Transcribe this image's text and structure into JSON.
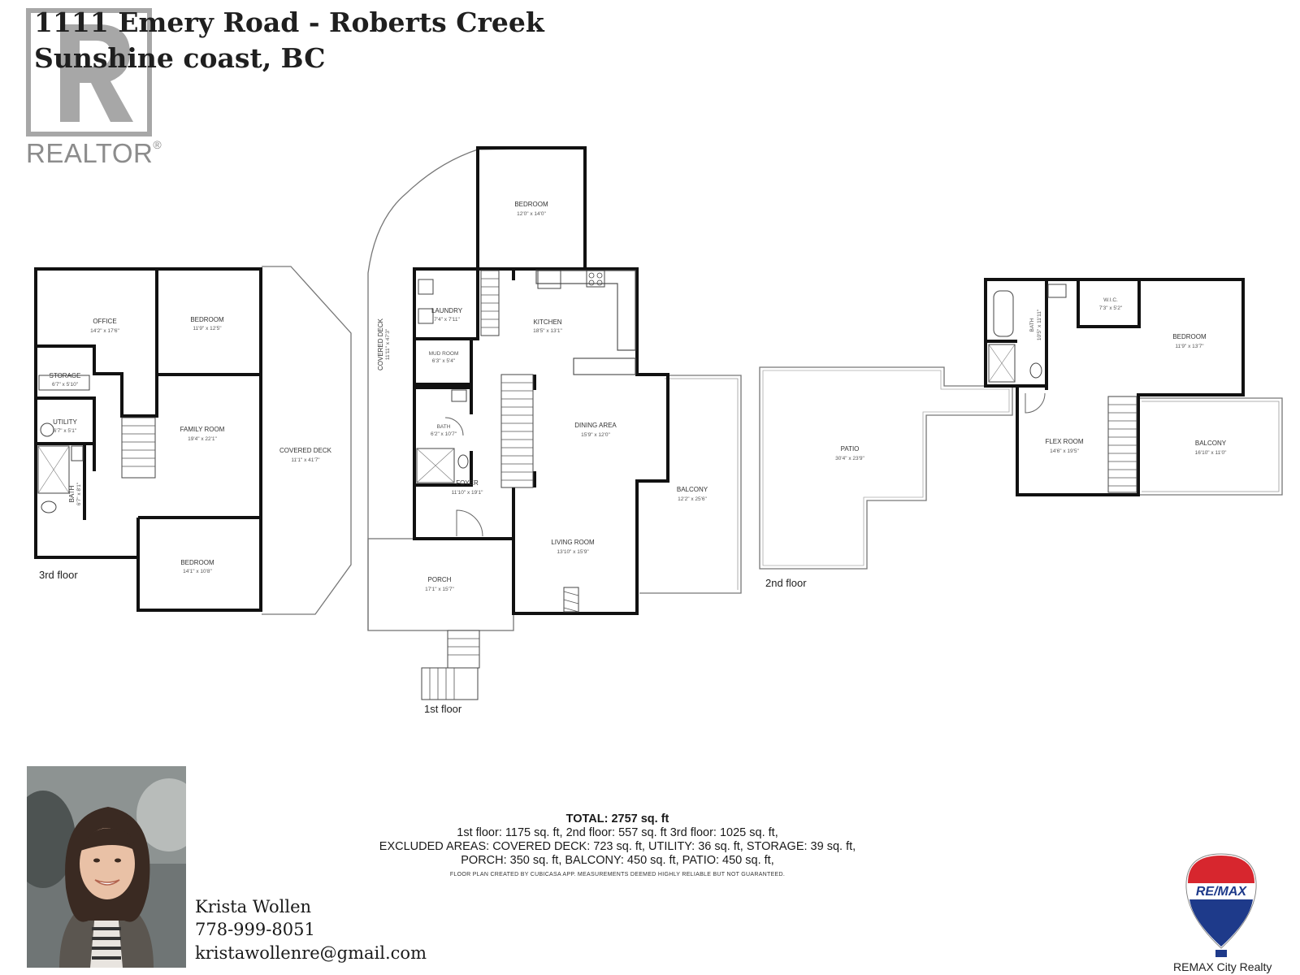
{
  "header": {
    "title_line1": "1111 Emery Road - Roberts Creek",
    "title_line2": "Sunshine coast, BC",
    "realtor_logo_text": "REALTOR",
    "realtor_mark": "®"
  },
  "floors": {
    "third": {
      "label": "3rd floor",
      "rooms": {
        "office": {
          "name": "OFFICE",
          "dims": "14'2\" x 17'6\""
        },
        "bedroom_a": {
          "name": "BEDROOM",
          "dims": "11'9\" x 12'5\""
        },
        "storage": {
          "name": "STORAGE",
          "dims": "6'7\" x 5'10\""
        },
        "utility": {
          "name": "UTILITY",
          "dims": "6'7\" x 5'1\""
        },
        "bath": {
          "name": "BATH",
          "dims": "6'7\" x 8'1\""
        },
        "family_room": {
          "name": "FAMILY ROOM",
          "dims": "19'4\" x 22'1\""
        },
        "bedroom_b": {
          "name": "BEDROOM",
          "dims": "14'1\" x 10'8\""
        },
        "covered_deck": {
          "name": "COVERED DECK",
          "dims": "11'1\" x 41'7\""
        }
      }
    },
    "first": {
      "label": "1st floor",
      "rooms": {
        "covered_deck": {
          "name": "COVERED DECK",
          "dims": "11'11\" x 47'3\""
        },
        "bedroom": {
          "name": "BEDROOM",
          "dims": "12'0\" x 14'0\""
        },
        "laundry": {
          "name": "LAUNDRY",
          "dims": "7'4\" x 7'11\""
        },
        "kitchen": {
          "name": "KITCHEN",
          "dims": "18'5\" x 13'1\""
        },
        "mud_room": {
          "name": "MUD ROOM",
          "dims": "6'3\" x 5'4\""
        },
        "bath": {
          "name": "BATH",
          "dims": "6'2\" x 10'7\""
        },
        "dining": {
          "name": "DINING AREA",
          "dims": "15'9\" x 12'0\""
        },
        "foyer": {
          "name": "FOYER",
          "dims": "11'10\" x 19'1\""
        },
        "balcony": {
          "name": "BALCONY",
          "dims": "12'2\" x 25'6\""
        },
        "living": {
          "name": "LIVING ROOM",
          "dims": "13'10\" x 15'9\""
        },
        "porch": {
          "name": "PORCH",
          "dims": "17'1\" x 15'7\""
        }
      }
    },
    "second": {
      "label": "2nd floor",
      "rooms": {
        "wic": {
          "name": "W.I.C.",
          "dims": "7'3\" x 5'2\""
        },
        "bath": {
          "name": "BATH",
          "dims": "10'5\" x 11'11\""
        },
        "bedroom": {
          "name": "BEDROOM",
          "dims": "11'9\" x 13'7\""
        },
        "patio": {
          "name": "PATIO",
          "dims": "30'4\" x 23'9\""
        },
        "flex": {
          "name": "FLEX ROOM",
          "dims": "14'6\" x 19'5\""
        },
        "balcony": {
          "name": "BALCONY",
          "dims": "16'10\" x 11'0\""
        }
      }
    }
  },
  "totals": {
    "total": "TOTAL: 2757 sq. ft",
    "line1": "1st floor: 1175 sq. ft, 2nd floor: 557 sq. ft 3rd floor: 1025 sq. ft,",
    "line2": "EXCLUDED AREAS: COVERED DECK: 723 sq. ft, UTILITY: 36 sq. ft, STORAGE: 39 sq. ft,",
    "line3": "PORCH: 350 sq. ft, BALCONY: 450 sq. ft, PATIO: 450 sq. ft,",
    "disclaimer": "FLOOR PLAN CREATED BY CUBICASA APP. MEASUREMENTS DEEMED HIGHLY RELIABLE BUT NOT GUARANTEED."
  },
  "agent": {
    "name": "Krista Wollen",
    "phone": "778-999-8051",
    "email": "kristawollenre@gmail.com"
  },
  "brokerage": {
    "logo_text": "RE/MAX",
    "name": "REMAX City Realty"
  },
  "colors": {
    "remax_red": "#d7262e",
    "remax_blue": "#1e3a8a",
    "wall": "#111111"
  }
}
